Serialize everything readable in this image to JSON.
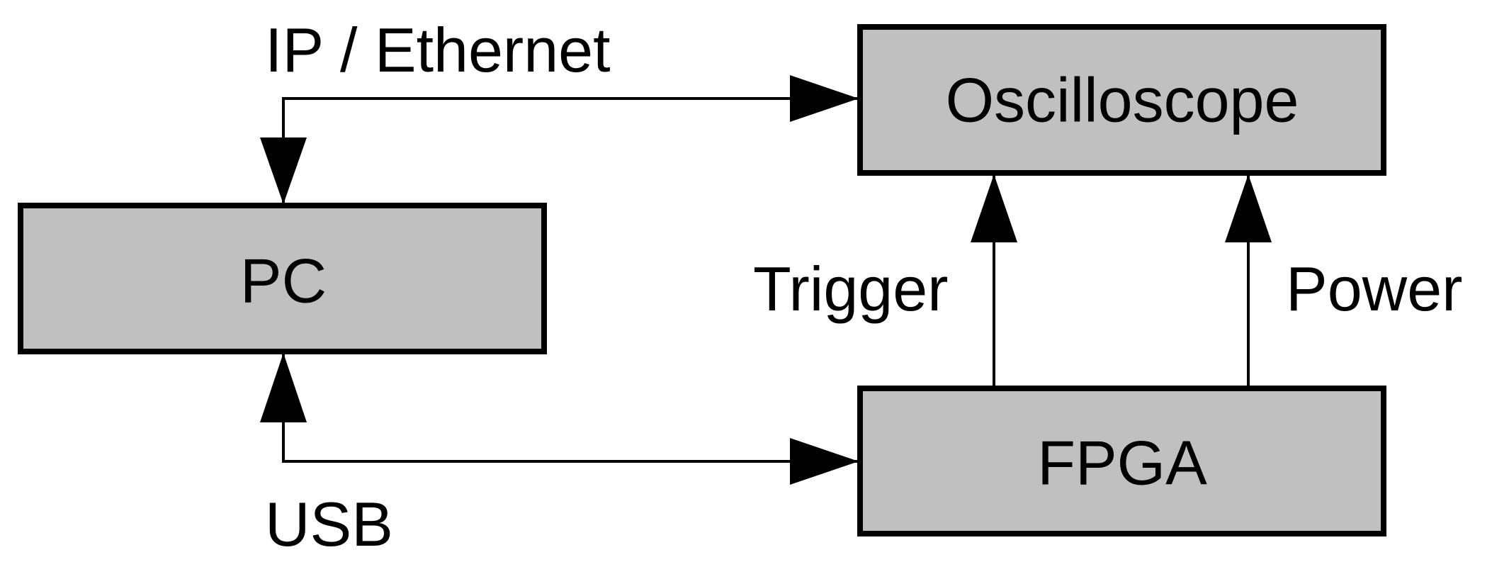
{
  "nodes": {
    "pc": {
      "label": "PC"
    },
    "oscilloscope": {
      "label": "Oscilloscope"
    },
    "fpga": {
      "label": "FPGA"
    }
  },
  "connections": {
    "ip_ethernet": {
      "label": "IP / Ethernet",
      "from": "PC",
      "to": "Oscilloscope",
      "bidirectional": true
    },
    "usb": {
      "label": "USB",
      "from": "PC",
      "to": "FPGA",
      "bidirectional": true
    },
    "trigger": {
      "label": "Trigger",
      "from": "FPGA",
      "to": "Oscilloscope",
      "bidirectional": false
    },
    "power": {
      "label": "Power",
      "from": "FPGA",
      "to": "Oscilloscope",
      "bidirectional": false
    }
  },
  "colors": {
    "box_fill": "#c0c0c0",
    "stroke": "#000000",
    "background": "#ffffff"
  }
}
